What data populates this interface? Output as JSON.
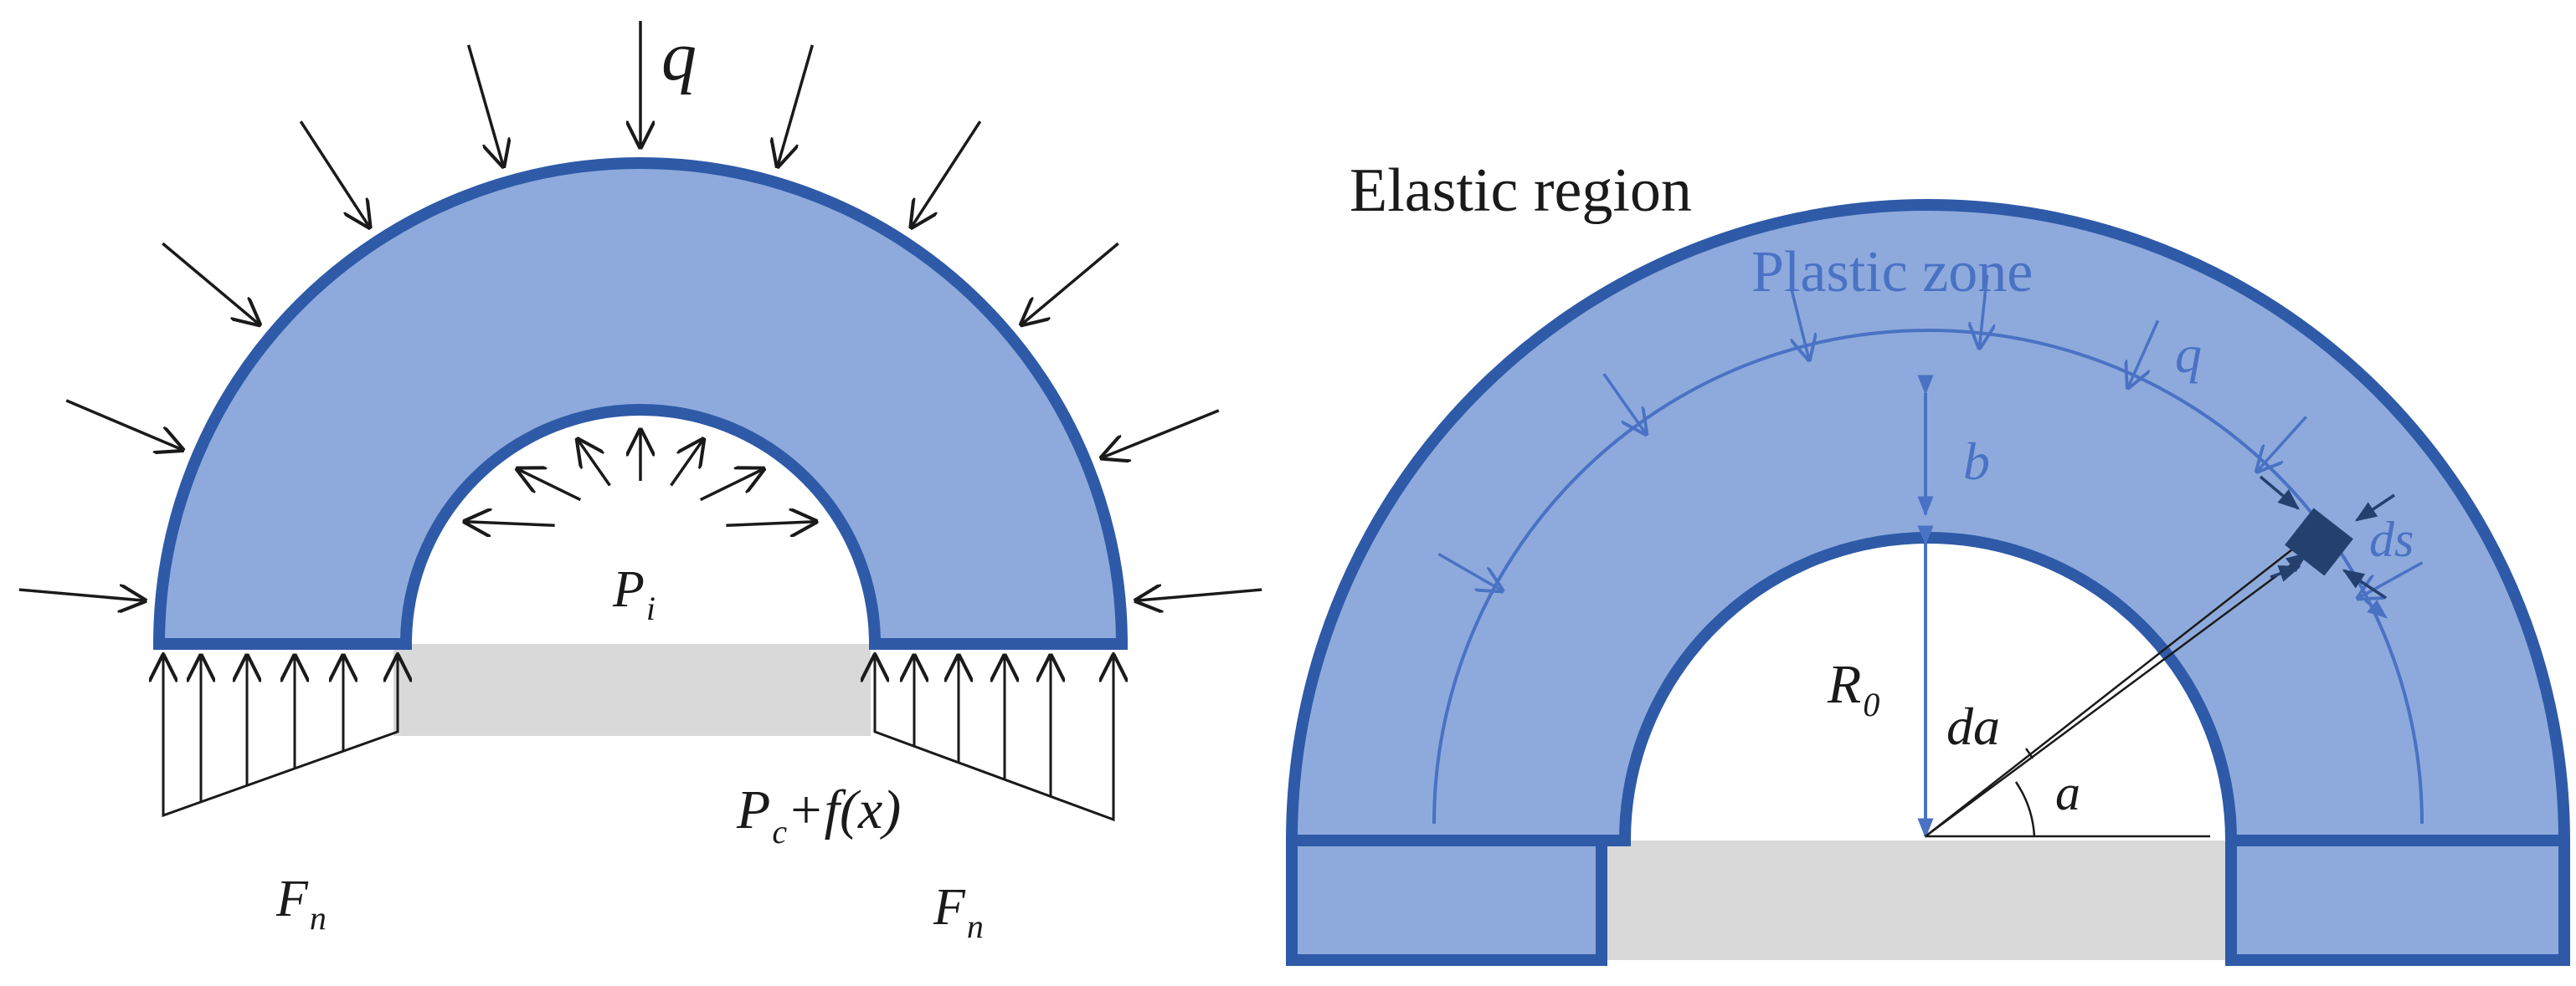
{
  "left_panel": {
    "labels": {
      "top_load": "q",
      "inner_pressure": "P",
      "inner_pressure_sub": "i",
      "base_load": "P",
      "base_load_sub": "c",
      "base_load_rest": "+f(x)",
      "reaction_left": "F",
      "reaction_left_sub": "n",
      "reaction_right": "F",
      "reaction_right_sub": "n"
    }
  },
  "right_panel": {
    "labels": {
      "elastic_region": "Elastic region",
      "plastic_zone": "Plastic zone",
      "plastic_load": "q",
      "thickness": "b",
      "radius": "R",
      "radius_sub": "0",
      "element_size": "ds",
      "angle_increment": "da",
      "angle": "a"
    }
  },
  "colors": {
    "ring_fill": "#8eaadc",
    "ring_stroke": "#2e5aa8",
    "cavity_fill": "#d9d9d9",
    "plastic_line": "#4a72c4",
    "element_fill": "#24406e",
    "arrow": "#1a1a1a"
  }
}
